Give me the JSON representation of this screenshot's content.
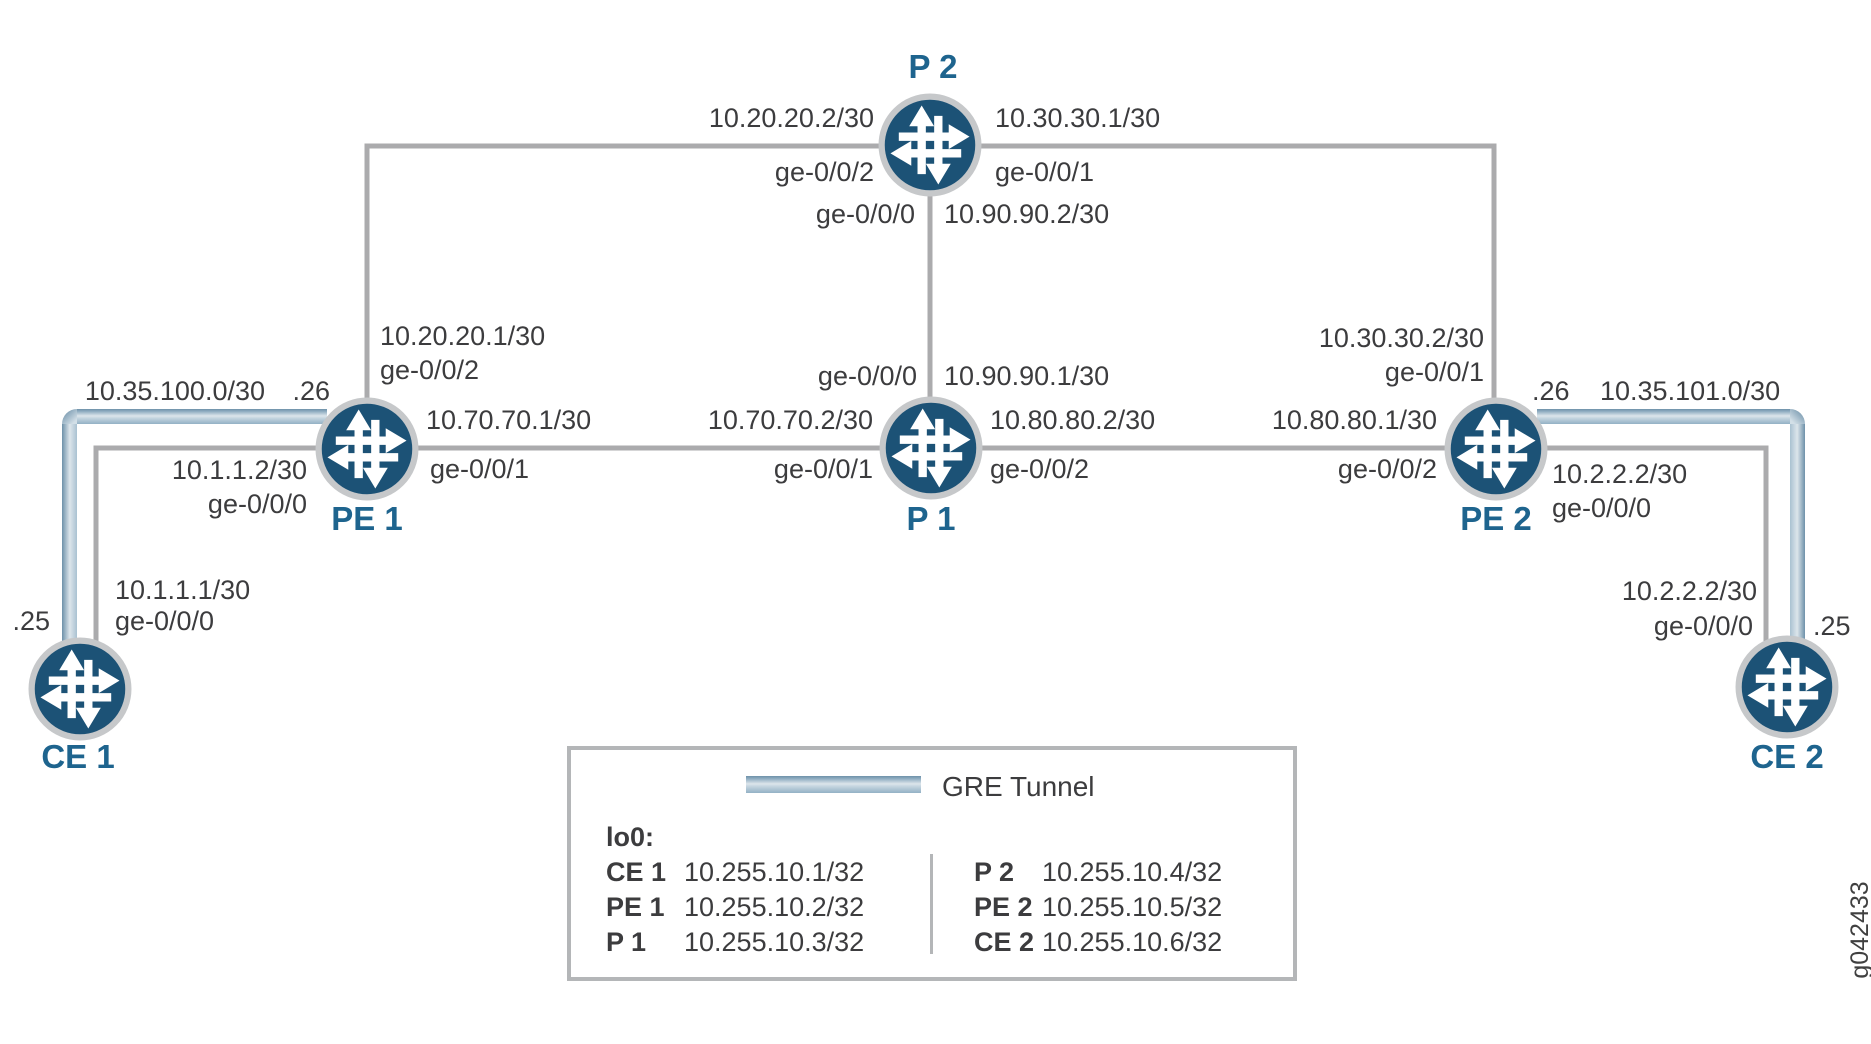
{
  "figure_id": "g042433",
  "colors": {
    "router_fill": "#1c5276",
    "router_ring": "#c6c8ca",
    "router_label": "#1e648e",
    "link_line": "#ababad",
    "text": "#3c3c3e",
    "tunnel_dark": "#6e91a9",
    "tunnel_light": "#dce5eb",
    "legend_border": "#b4b6b8"
  },
  "icons": {
    "router_icon": "crossed-arrows-router"
  },
  "routers": {
    "p2": {
      "name": "P 2"
    },
    "pe1": {
      "name": "PE 1"
    },
    "p1": {
      "name": "P 1"
    },
    "pe2": {
      "name": "PE 2"
    },
    "ce1": {
      "name": "CE 1"
    },
    "ce2": {
      "name": "CE 2"
    }
  },
  "links": {
    "pe1_p2": {
      "p2_ip": "10.20.20.2/30",
      "p2_if": "ge-0/0/2",
      "pe1_ip": "10.20.20.1/30",
      "pe1_if": "ge-0/0/2"
    },
    "p2_pe2": {
      "p2_ip": "10.30.30.1/30",
      "p2_if": "ge-0/0/1",
      "pe2_ip": "10.30.30.2/30",
      "pe2_if": "ge-0/0/1"
    },
    "p2_p1": {
      "p2_ip": "10.90.90.2/30",
      "p2_if": "ge-0/0/0",
      "p1_ip": "10.90.90.1/30",
      "p1_if": "ge-0/0/0"
    },
    "pe1_p1": {
      "pe1_ip": "10.70.70.1/30",
      "pe1_if": "ge-0/0/1",
      "p1_ip": "10.70.70.2/30",
      "p1_if": "ge-0/0/1"
    },
    "p1_pe2": {
      "p1_ip": "10.80.80.2/30",
      "p1_if": "ge-0/0/2",
      "pe2_ip": "10.80.80.1/30",
      "pe2_if": "ge-0/0/2"
    },
    "ce1_pe1": {
      "pe1_ip": "10.1.1.2/30",
      "pe1_if": "ge-0/0/0",
      "ce1_ip": "10.1.1.1/30",
      "ce1_if": "ge-0/0/0"
    },
    "pe2_ce2": {
      "pe2_ip": "10.2.2.2/30",
      "pe2_if": "ge-0/0/0",
      "ce2_ip": "10.2.2.2/30",
      "ce2_if": "ge-0/0/0"
    }
  },
  "gre_tunnels": {
    "left": {
      "network": "10.35.100.0/30",
      "pe1_host": ".26",
      "ce1_host": ".25"
    },
    "right": {
      "network": "10.35.101.0/30",
      "pe2_host": ".26",
      "ce2_host": ".25"
    }
  },
  "legend": {
    "tunnel_label": "GRE Tunnel",
    "lo0_title": "lo0:",
    "left_column": [
      {
        "router": "CE 1",
        "address": "10.255.10.1/32"
      },
      {
        "router": "PE 1",
        "address": "10.255.10.2/32"
      },
      {
        "router": "P 1",
        "address": "10.255.10.3/32"
      }
    ],
    "right_column": [
      {
        "router": "P 2",
        "address": "10.255.10.4/32"
      },
      {
        "router": "PE 2",
        "address": "10.255.10.5/32"
      },
      {
        "router": "CE 2",
        "address": "10.255.10.6/32"
      }
    ]
  }
}
